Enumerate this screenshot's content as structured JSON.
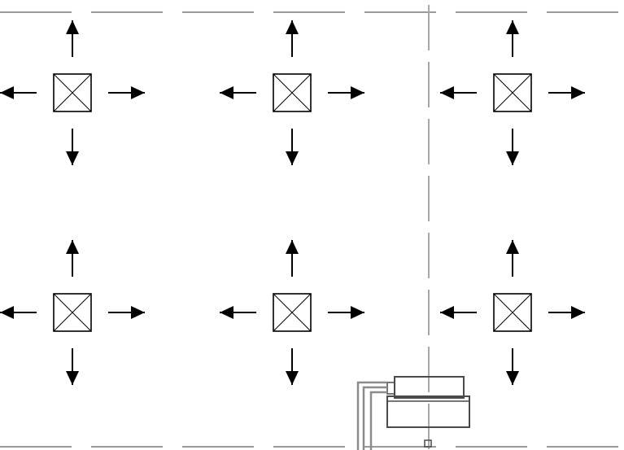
{
  "diagram": {
    "element_type": "supply-diffuser",
    "diffuser_count": 6,
    "airflow_directions": [
      "up",
      "down",
      "left",
      "right"
    ],
    "colors": {
      "background": "#ffffff",
      "linework": "#000000",
      "grid_line": "#9a9a9a",
      "equipment": "#4a4a4a",
      "duct": "#8c8c8c"
    }
  }
}
